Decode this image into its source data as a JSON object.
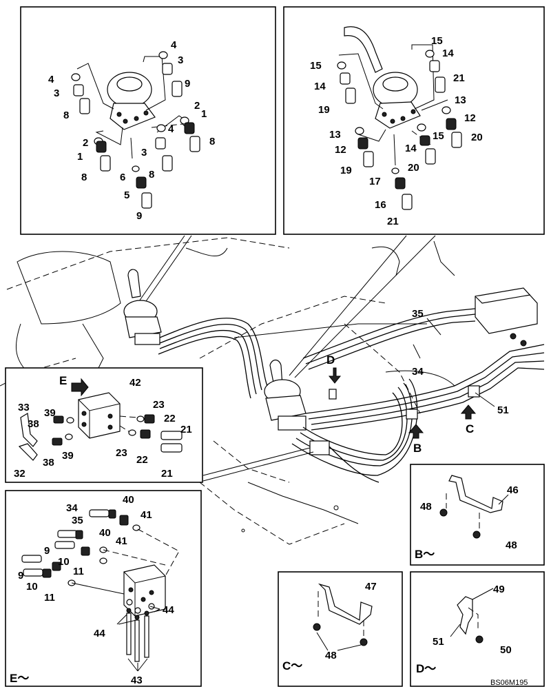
{
  "drawing_code": "BS06M195",
  "views": {
    "top_left": {
      "labels": [
        "4",
        "3",
        "4",
        "3",
        "9",
        "8",
        "2",
        "1",
        "2",
        "1",
        "4",
        "3",
        "8",
        "8",
        "8",
        "6",
        "5",
        "9"
      ]
    },
    "top_right": {
      "labels": [
        "15",
        "14",
        "15",
        "14",
        "21",
        "13",
        "19",
        "12",
        "13",
        "15",
        "12",
        "20",
        "14",
        "19",
        "20",
        "17",
        "16",
        "21"
      ]
    },
    "main": {
      "labels": [
        "35",
        "34",
        "D",
        "51",
        "C",
        "B"
      ]
    },
    "detail_e": {
      "view_letter": "E",
      "labels": [
        "42",
        "33",
        "39",
        "38",
        "39",
        "23",
        "22",
        "21",
        "23",
        "22",
        "21",
        "32",
        "38"
      ]
    },
    "detail_e2": {
      "view_title": "E～",
      "labels": [
        "34",
        "40",
        "35",
        "41",
        "40",
        "9",
        "41",
        "10",
        "11",
        "9",
        "10",
        "11",
        "44",
        "44",
        "43"
      ]
    },
    "detail_b": {
      "view_title": "B～",
      "labels": [
        "46",
        "48",
        "48"
      ]
    },
    "detail_c": {
      "view_title": "C～",
      "labels": [
        "47",
        "48"
      ]
    },
    "detail_d": {
      "view_title": "D～",
      "labels": [
        "49",
        "51",
        "50"
      ]
    }
  }
}
